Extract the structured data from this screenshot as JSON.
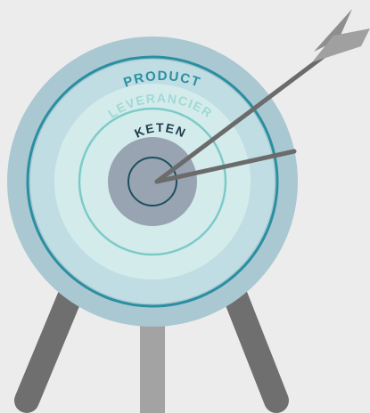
{
  "rings": {
    "outer": {
      "label": "PRODUCT"
    },
    "middle": {
      "label": "LEVERANCIER"
    },
    "inner": {
      "label": "KETEN"
    }
  },
  "colors": {
    "background": "#ececec",
    "outer_ring": "#a9c8d2",
    "outer_stroke": "#2a8fa0",
    "middle_ring": "#c0dde3",
    "inner_disc": "#d4ebeb",
    "inner_stroke": "#7ccbc8",
    "bullseye": "#98a4b1",
    "bullseye_stroke": "#1e4f5f",
    "label_outer": "#2a8fa0",
    "label_middle": "#9fd9d6",
    "label_inner": "#1e3d4a",
    "arrow": "#6b6b6b",
    "fletching": "#a8a8a8",
    "leg_dark": "#6f6f6f",
    "leg_light": "#a3a3a3"
  },
  "icons": {
    "arrow": "arrow-icon",
    "stand": "tripod-stand"
  }
}
